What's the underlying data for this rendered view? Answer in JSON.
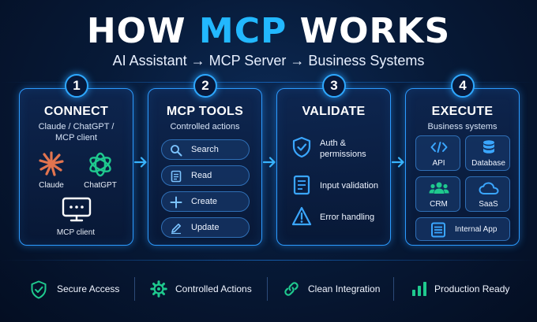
{
  "header": {
    "title_prefix": "HOW",
    "title_highlight": "MCP",
    "title_suffix": "WORKS",
    "subtitle": "AI Assistant → MCP Server → Business Systems"
  },
  "colors": {
    "accent": "#22b8ff",
    "card_border": "#2c9bff",
    "background": "#071a38"
  },
  "steps": [
    {
      "number": "1",
      "title": "CONNECT",
      "subtitle_line1": "Claude / ChatGPT /",
      "subtitle_line2": "MCP client",
      "items": [
        {
          "label": "Claude",
          "icon": "claude-logo"
        },
        {
          "label": "ChatGPT",
          "icon": "chatgpt-logo"
        },
        {
          "label": "MCP client",
          "icon": "monitor-icon"
        }
      ]
    },
    {
      "number": "2",
      "title": "MCP TOOLS",
      "subtitle": "Controlled actions",
      "tools": [
        {
          "label": "Search",
          "icon": "search-icon"
        },
        {
          "label": "Read",
          "icon": "document-icon"
        },
        {
          "label": "Create",
          "icon": "plus-icon"
        },
        {
          "label": "Update",
          "icon": "pencil-icon"
        }
      ]
    },
    {
      "number": "3",
      "title": "VALIDATE",
      "checks": [
        {
          "label_line1": "Auth &",
          "label_line2": "permissions",
          "icon": "shield-check-icon"
        },
        {
          "label": "Input validation",
          "icon": "checklist-icon"
        },
        {
          "label": "Error handling",
          "icon": "warning-icon"
        }
      ]
    },
    {
      "number": "4",
      "title": "EXECUTE",
      "subtitle": "Business systems",
      "systems": [
        {
          "label": "API",
          "icon": "code-icon"
        },
        {
          "label": "Database",
          "icon": "database-icon"
        },
        {
          "label": "CRM",
          "icon": "users-icon"
        },
        {
          "label": "SaaS",
          "icon": "cloud-icon"
        },
        {
          "label": "Internal App",
          "icon": "server-icon"
        }
      ]
    }
  ],
  "features": [
    {
      "label": "Secure Access",
      "icon": "shield-check-icon"
    },
    {
      "label": "Controlled Actions",
      "icon": "gear-icon"
    },
    {
      "label": "Clean Integration",
      "icon": "link-icon"
    },
    {
      "label": "Production Ready",
      "icon": "bar-chart-icon"
    }
  ]
}
